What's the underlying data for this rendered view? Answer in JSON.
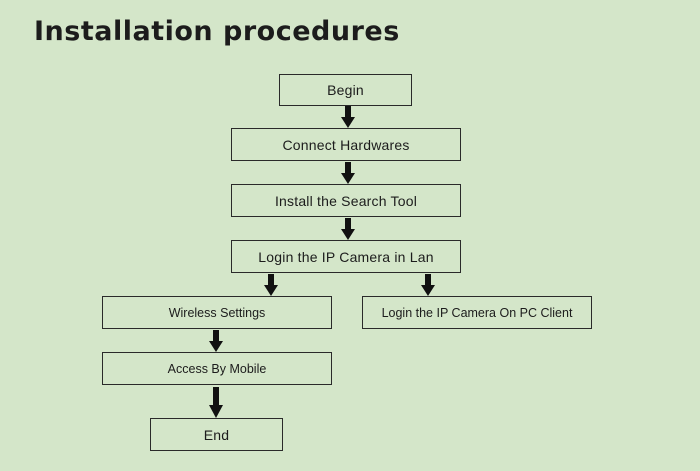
{
  "title": "Installation procedures",
  "steps": {
    "begin": "Begin",
    "connect": "Connect Hardwares",
    "install": "Install the Search Tool",
    "login_lan": "Login the IP Camera in Lan",
    "wireless": "Wireless Settings",
    "login_pc": "Login the IP Camera On PC Client",
    "mobile": "Access By Mobile",
    "end": "End"
  },
  "colors": {
    "background": "#d4e6c9",
    "stroke": "#2a2a2a",
    "arrow": "#111111"
  },
  "icons": {
    "connector": "arrow-down-icon"
  }
}
